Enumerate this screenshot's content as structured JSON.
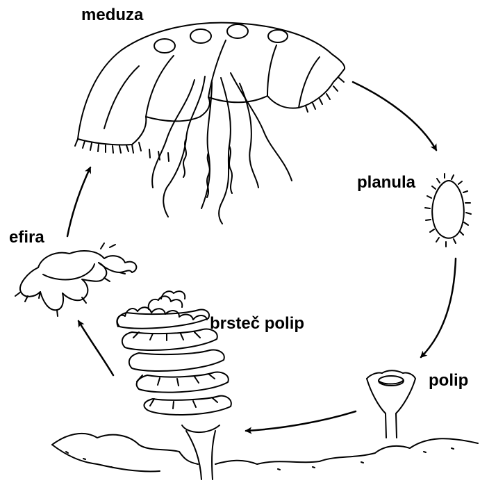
{
  "labels": {
    "meduza": "meduza",
    "planula": "planula",
    "efira": "efira",
    "brstec_polip": "brsteč polip",
    "polip": "polip"
  },
  "style": {
    "ink_color": "#000000",
    "background_color": "#ffffff"
  }
}
